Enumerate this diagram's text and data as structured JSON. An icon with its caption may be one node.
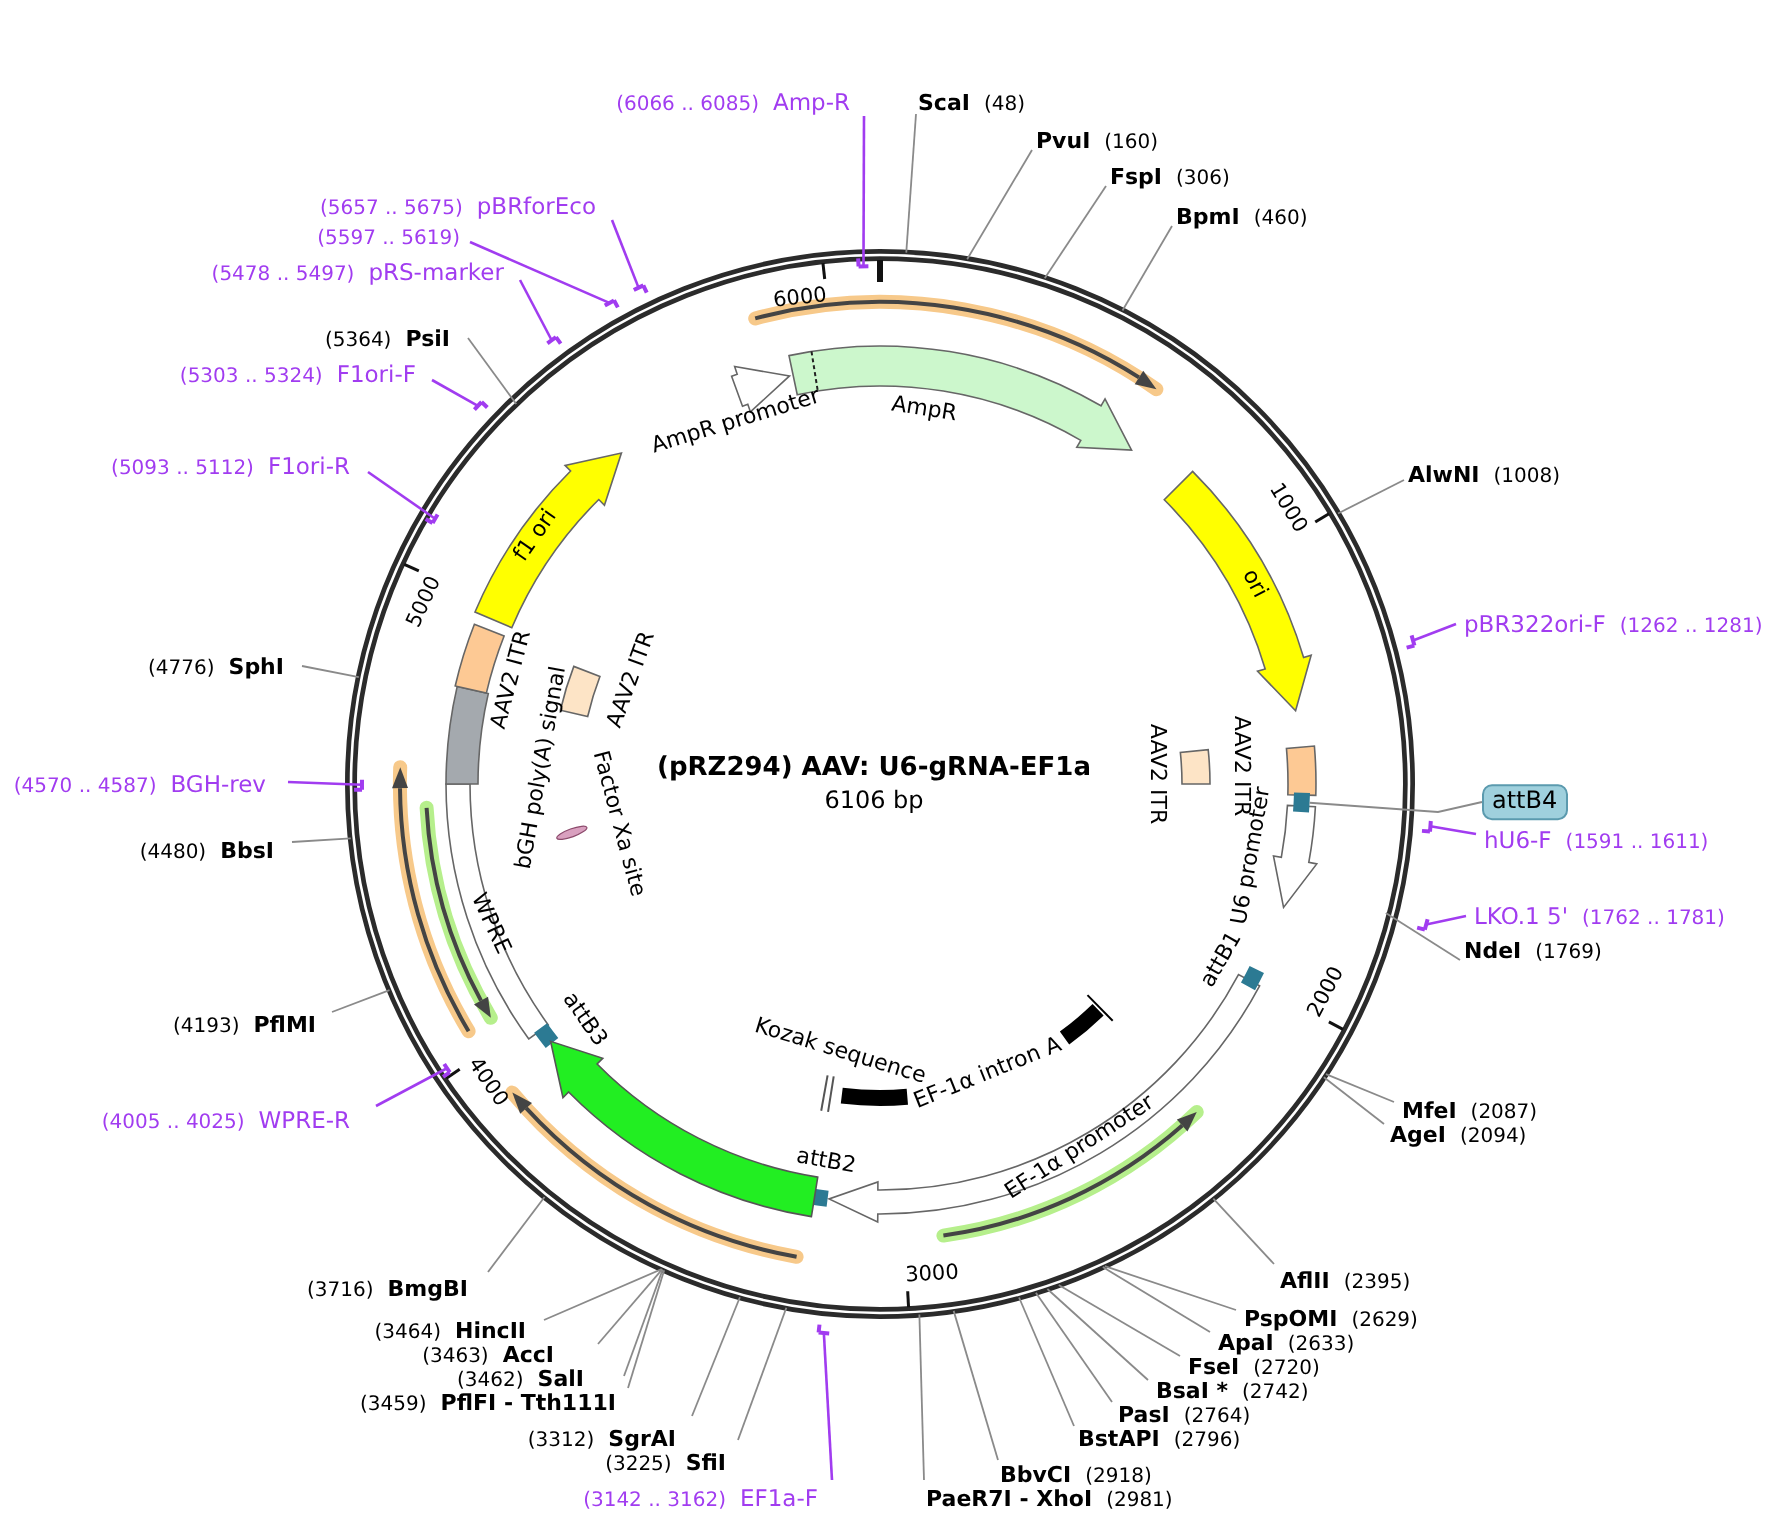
{
  "diagram": {
    "title": "(pRZ294) AAV: U6-gRNA-EF1a",
    "nodes": [
      {
        "text": [
          "(6066 .. 6085)",
          "Amp-R"
        ]
      },
      {
        "text": [],
        "shape": "bar"
      },
      {
        "text": [
          "ScaI",
          "(48)"
        ]
      },
      {
        "text": [
          "PvuI",
          "(160)"
        ]
      },
      {
        "text": [
          "FspI",
          "(306)"
        ]
      },
      {
        "text": [
          "BpmI",
          "(460)"
        ]
      },
      {
        "text": [
          "(5657 .. 5675)",
          "pBRforEco"
        ]
      },
      {
        "text": [],
        "shape": "bar"
      },
      {
        "text": [
          "(5597 .. 5619)"
        ]
      },
      {
        "text": [],
        "shape": "bar"
      },
      {
        "text": [
          "(5478 .. 5497)",
          "pRS-marker"
        ]
      },
      {
        "text": [],
        "shape": "bar"
      },
      {
        "text": [
          "(5364)",
          "PsiI"
        ]
      },
      {
        "text": [
          "(5303 .. 5324)",
          "F1ori-F"
        ]
      },
      {
        "text": [],
        "shape": "bar"
      },
      {
        "text": [
          "(5093 .. 5112)",
          "F1ori-R"
        ]
      },
      {
        "text": [],
        "shape": "bar"
      },
      {
        "text": [
          "AlwNI",
          "(1008)"
        ]
      },
      {
        "text": [
          "pBR322ori-F",
          "(1262 .. 1281)"
        ]
      },
      {
        "text": [],
        "shape": "bar"
      },
      {
        "text": [
          "(4776)",
          "SphI"
        ]
      },
      {
        "text": [
          "(4570 .. 4587)",
          "BGH-rev"
        ]
      },
      {
        "text": [],
        "shape": "bar"
      },
      {
        "text": [
          "attB4"
        ]
      },
      {
        "text": [
          "hU6-F",
          "(1591 .. 1611)"
        ]
      },
      {
        "text": [],
        "shape": "bar"
      },
      {
        "text": [
          "(4480)",
          "BbsI"
        ]
      },
      {
        "text": [
          "LKO.1 5'",
          "(1762 .. 1781)"
        ]
      },
      {
        "text": [],
        "shape": "bar"
      },
      {
        "text": [
          "NdeI",
          "(1769)"
        ]
      },
      {
        "text": [
          "(4193)",
          "PflMI"
        ]
      },
      {
        "text": [
          "(4005 .. 4025)",
          "WPRE-R"
        ]
      },
      {
        "text": [],
        "shape": "bar"
      },
      {
        "text": [
          "MfeI",
          "(2087)"
        ]
      },
      {
        "text": [
          "AgeI",
          "(2094)"
        ]
      },
      {
        "text": [
          "AflII",
          "(2395)"
        ]
      },
      {
        "text": [
          "(3716)",
          "BmgBI"
        ]
      },
      {
        "text": [
          "PspOMI",
          "(2629)"
        ]
      },
      {
        "text": [
          "(3464)",
          "HincII"
        ]
      },
      {
        "text": [
          "ApaI",
          "(2633)"
        ]
      },
      {
        "text": [
          "(3463)",
          "AccI"
        ]
      },
      {
        "text": [
          "FseI",
          "(2720)"
        ]
      },
      {
        "text": [
          "(3462)",
          "SalI"
        ]
      },
      {
        "text": [
          "BsaI *",
          "(2742)"
        ]
      },
      {
        "text": [
          "(3459)",
          "PflFI - Tth111I"
        ]
      },
      {
        "text": [
          "PasI",
          "(2764)"
        ]
      },
      {
        "text": [
          "(3312)",
          "SgrAI"
        ]
      },
      {
        "text": [
          "BstAPI",
          "(2796)"
        ]
      },
      {
        "text": [
          "(3225)",
          "SfiI"
        ]
      },
      {
        "text": [
          "BbvCI",
          "(2918)"
        ]
      },
      {
        "text": [
          "(3142 .. 3162)",
          "EF1a-F"
        ]
      },
      {
        "text": [],
        "shape": "bar"
      },
      {
        "text": [
          "PaeR7I - XhoI",
          "(2981)"
        ]
      },
      {
        "text": [
          "AmpR promoter"
        ]
      },
      {
        "text": [
          "AmpR"
        ]
      },
      {
        "text": [
          "ori"
        ]
      },
      {
        "text": [
          "f1 ori"
        ]
      },
      {
        "text": [
          "AAV2 ITR"
        ]
      },
      {
        "text": [
          "AAV2 ITR"
        ]
      },
      {
        "text": [
          "bGH poly(A) signal"
        ]
      },
      {
        "text": [
          "Factor Xa site"
        ]
      },
      {
        "text": [
          "AAV2 ITR"
        ]
      },
      {
        "text": [
          "AAV2 ITR"
        ]
      },
      {
        "text": [
          "U6 promoter"
        ]
      },
      {
        "text": [
          "attB1"
        ]
      },
      {
        "text": [
          "EF-1α intron A"
        ]
      },
      {
        "text": [
          "Kozak sequence"
        ]
      },
      {
        "text": [
          "EF-1α promoter"
        ]
      },
      {
        "text": [
          "WPRE"
        ]
      },
      {
        "text": [
          "attB3"
        ]
      },
      {
        "text": [],
        "shape": "arrow"
      },
      {
        "text": [
          "attB2"
        ]
      },
      {
        "text": [],
        "shape": "bar"
      }
    ],
    "edges": [
      {
        "from": 0,
        "to": 1,
        "arrow": "none",
        "color": "#a13cf0"
      },
      {
        "from": 2,
        "to": null,
        "arrow": "none"
      },
      {
        "from": 3,
        "to": null,
        "arrow": "none"
      },
      {
        "from": 4,
        "to": null,
        "arrow": "none"
      },
      {
        "from": 5,
        "to": null,
        "arrow": "none"
      },
      {
        "from": 6,
        "to": 7,
        "arrow": "none",
        "color": "#a13cf0"
      },
      {
        "from": 8,
        "to": 9,
        "arrow": "none",
        "color": "#a13cf0"
      },
      {
        "from": 10,
        "to": 11,
        "arrow": "none",
        "color": "#a13cf0"
      },
      {
        "from": 12,
        "to": null,
        "arrow": "none"
      },
      {
        "from": 13,
        "to": 14,
        "arrow": "none",
        "color": "#a13cf0"
      },
      {
        "from": 15,
        "to": 16,
        "arrow": "none",
        "color": "#a13cf0"
      },
      {
        "from": 17,
        "to": null,
        "arrow": "none"
      },
      {
        "from": 18,
        "to": 19,
        "arrow": "none",
        "color": "#a13cf0"
      },
      {
        "from": 20,
        "to": null,
        "arrow": "none"
      },
      {
        "from": 21,
        "to": 22,
        "arrow": "none",
        "color": "#a13cf0"
      },
      {
        "from": 23,
        "to": 72,
        "arrow": "none"
      },
      {
        "from": 24,
        "to": 25,
        "arrow": "none",
        "color": "#a13cf0"
      },
      {
        "from": 26,
        "to": null,
        "arrow": "none"
      },
      {
        "from": 27,
        "to": 28,
        "arrow": "none",
        "color": "#a13cf0"
      },
      {
        "from": 29,
        "to": null,
        "arrow": "none"
      },
      {
        "from": 30,
        "to": null,
        "arrow": "none"
      },
      {
        "from": 31,
        "to": 32,
        "arrow": "none",
        "color": "#a13cf0"
      },
      {
        "from": 33,
        "to": null,
        "arrow": "none"
      },
      {
        "from": 34,
        "to": null,
        "arrow": "none"
      },
      {
        "from": 35,
        "to": null,
        "arrow": "none"
      },
      {
        "from": 36,
        "to": null,
        "arrow": "none"
      },
      {
        "from": 37,
        "to": null,
        "arrow": "none"
      },
      {
        "from": 38,
        "to": null,
        "arrow": "none"
      },
      {
        "from": 39,
        "to": null,
        "arrow": "none"
      },
      {
        "from": 40,
        "to": null,
        "arrow": "none"
      },
      {
        "from": 41,
        "to": null,
        "arrow": "none"
      },
      {
        "from": 42,
        "to": null,
        "arrow": "none"
      },
      {
        "from": 43,
        "to": null,
        "arrow": "none"
      },
      {
        "from": 44,
        "to": null,
        "arrow": "none"
      },
      {
        "from": 45,
        "to": null,
        "arrow": "none"
      },
      {
        "from": 46,
        "to": null,
        "arrow": "none"
      },
      {
        "from": 47,
        "to": null,
        "arrow": "none"
      },
      {
        "from": 48,
        "to": null,
        "arrow": "none"
      },
      {
        "from": 49,
        "to": null,
        "arrow": "none"
      },
      {
        "from": 50,
        "to": 51,
        "arrow": "none",
        "color": "#a13cf0"
      },
      {
        "from": 52,
        "to": null,
        "arrow": "none"
      }
    ],
    "labels": [
      "6106 bp",
      "6000",
      "1000",
      "5000",
      "2000",
      "4000",
      "3000"
    ]
  }
}
